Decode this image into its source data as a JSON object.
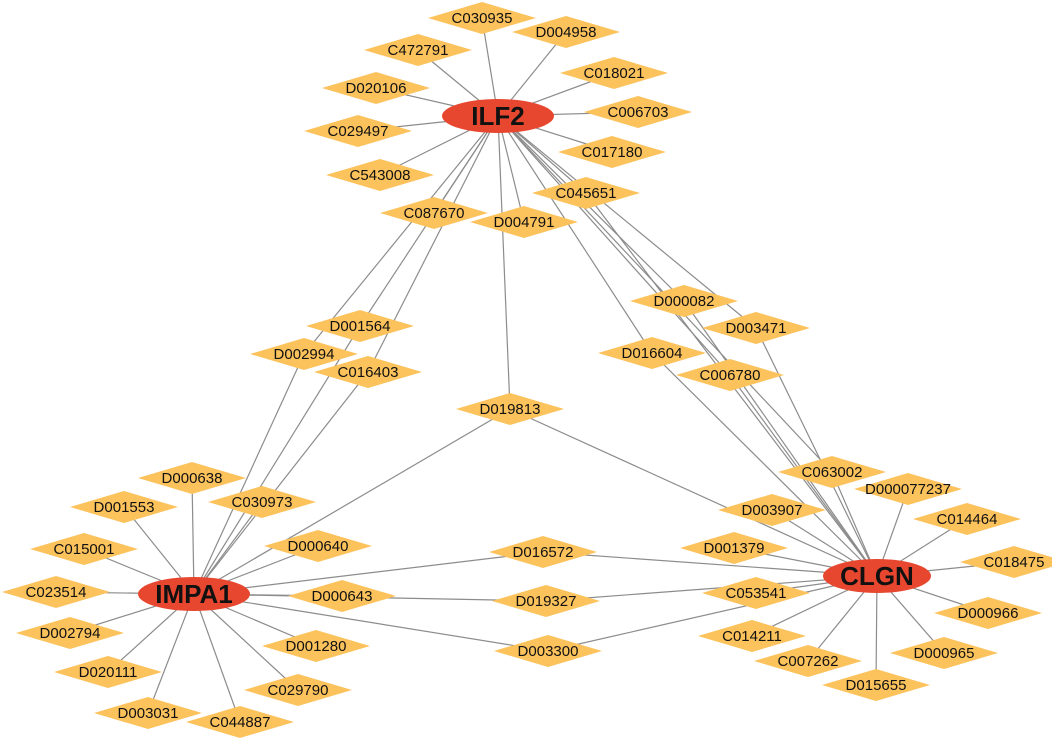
{
  "colors": {
    "gene": "#e8472f",
    "compound": "#fcc25c",
    "edge": "#8c8c8c",
    "text": "#111111"
  },
  "genes": [
    "ILF2",
    "IMPA1",
    "CLGN"
  ],
  "compounds": [
    "C030935",
    "D004958",
    "C472791",
    "C018021",
    "D020106",
    "C006703",
    "C029497",
    "C017180",
    "C543008",
    "C045651",
    "C087670",
    "D004791",
    "D000082",
    "D003471",
    "D001564",
    "D016604",
    "D002994",
    "C016403",
    "C006780",
    "D019813",
    "D000638",
    "C063002",
    "D001553",
    "C030973",
    "D000077237",
    "D003907",
    "C014464",
    "C015001",
    "D000640",
    "D016572",
    "D001379",
    "C018475",
    "C023514",
    "D000643",
    "D019327",
    "C053541",
    "D002794",
    "D000966",
    "D001280",
    "C014211",
    "D020111",
    "D003300",
    "D000965",
    "C007262",
    "C029790",
    "D003031",
    "C044887",
    "D015655"
  ],
  "edges": [
    [
      "ILF2",
      "C030935"
    ],
    [
      "ILF2",
      "D004958"
    ],
    [
      "ILF2",
      "C472791"
    ],
    [
      "ILF2",
      "C018021"
    ],
    [
      "ILF2",
      "D020106"
    ],
    [
      "ILF2",
      "C006703"
    ],
    [
      "ILF2",
      "C029497"
    ],
    [
      "ILF2",
      "C017180"
    ],
    [
      "ILF2",
      "C543008"
    ],
    [
      "ILF2",
      "C045651"
    ],
    [
      "ILF2",
      "C087670"
    ],
    [
      "ILF2",
      "D004791"
    ],
    [
      "ILF2",
      "D000082"
    ],
    [
      "ILF2",
      "D003471"
    ],
    [
      "ILF2",
      "D001564"
    ],
    [
      "ILF2",
      "D016604"
    ],
    [
      "ILF2",
      "D002994"
    ],
    [
      "ILF2",
      "C016403"
    ],
    [
      "ILF2",
      "C006780"
    ],
    [
      "ILF2",
      "D019813"
    ],
    [
      "ILF2",
      "C063002"
    ],
    [
      "IMPA1",
      "D001564"
    ],
    [
      "IMPA1",
      "D002994"
    ],
    [
      "IMPA1",
      "C016403"
    ],
    [
      "IMPA1",
      "D019813"
    ],
    [
      "IMPA1",
      "D000638"
    ],
    [
      "IMPA1",
      "D001553"
    ],
    [
      "IMPA1",
      "C030973"
    ],
    [
      "IMPA1",
      "C015001"
    ],
    [
      "IMPA1",
      "D000640"
    ],
    [
      "IMPA1",
      "D016572"
    ],
    [
      "IMPA1",
      "C023514"
    ],
    [
      "IMPA1",
      "D000643"
    ],
    [
      "IMPA1",
      "D019327"
    ],
    [
      "IMPA1",
      "D002794"
    ],
    [
      "IMPA1",
      "D001280"
    ],
    [
      "IMPA1",
      "D020111"
    ],
    [
      "IMPA1",
      "D003300"
    ],
    [
      "IMPA1",
      "C029790"
    ],
    [
      "IMPA1",
      "D003031"
    ],
    [
      "IMPA1",
      "C044887"
    ],
    [
      "CLGN",
      "D000082"
    ],
    [
      "CLGN",
      "D003471"
    ],
    [
      "CLGN",
      "D016604"
    ],
    [
      "CLGN",
      "C006780"
    ],
    [
      "CLGN",
      "C045651"
    ],
    [
      "CLGN",
      "D019813"
    ],
    [
      "CLGN",
      "C063002"
    ],
    [
      "CLGN",
      "D003907"
    ],
    [
      "CLGN",
      "D000077237"
    ],
    [
      "CLGN",
      "C014464"
    ],
    [
      "CLGN",
      "D016572"
    ],
    [
      "CLGN",
      "D001379"
    ],
    [
      "CLGN",
      "C018475"
    ],
    [
      "CLGN",
      "C053541"
    ],
    [
      "CLGN",
      "D019327"
    ],
    [
      "CLGN",
      "D000966"
    ],
    [
      "CLGN",
      "C014211"
    ],
    [
      "CLGN",
      "D003300"
    ],
    [
      "CLGN",
      "D000965"
    ],
    [
      "CLGN",
      "C007262"
    ],
    [
      "CLGN",
      "D015655"
    ]
  ]
}
